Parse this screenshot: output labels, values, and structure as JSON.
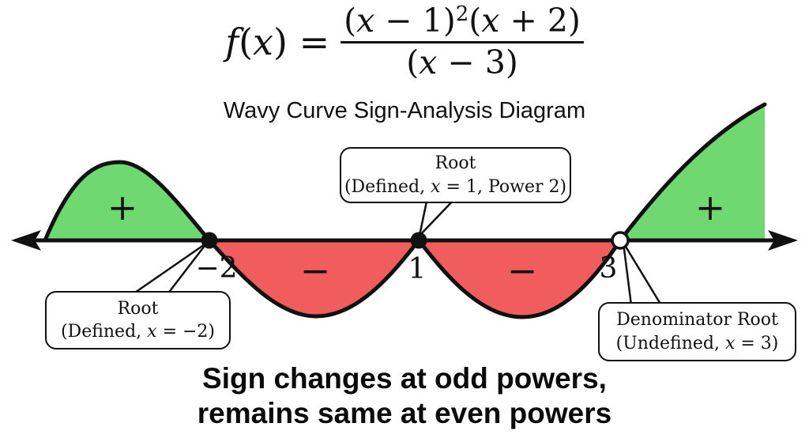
{
  "title": {
    "formula": {
      "lhs": [
        "f",
        "(",
        "x",
        ") ="
      ],
      "numerator": [
        "(",
        "x",
        " − 1)",
        "2",
        "(",
        "x",
        " + 2)"
      ],
      "denominator": [
        "(",
        "x",
        " − 3)"
      ]
    },
    "subtitle": "Wavy Curve Sign-Analysis Diagram"
  },
  "diagram": {
    "regions": [
      {
        "interval": "left of −2",
        "sign": "+",
        "fill": "positive"
      },
      {
        "interval": "−2 to 1",
        "sign": "−",
        "fill": "negative"
      },
      {
        "interval": "1 to 3",
        "sign": "−",
        "fill": "negative"
      },
      {
        "interval": "right of 3",
        "sign": "+",
        "fill": "positive"
      }
    ],
    "points": [
      {
        "label": "−2",
        "type": "filled"
      },
      {
        "label": "1",
        "type": "filled"
      },
      {
        "label": "3",
        "type": "open"
      }
    ],
    "callouts": [
      {
        "line1": "Root",
        "line2_pre": "(Defined, ",
        "line2_var": "x",
        "line2_post": " = −2)"
      },
      {
        "line1": "Root",
        "line2_pre": "(Defined, ",
        "line2_var": "x",
        "line2_post": " = 1, Power 2)"
      },
      {
        "line1": "Denominator Root",
        "line2_pre": "(Undefined, ",
        "line2_var": "x",
        "line2_post": " = 3)"
      }
    ]
  },
  "footer": {
    "line1": "Sign changes at odd powers,",
    "line2": "remains same at even powers"
  },
  "colors": {
    "positive": "#70d870",
    "negative": "#f15d5d",
    "stroke": "#111111"
  }
}
